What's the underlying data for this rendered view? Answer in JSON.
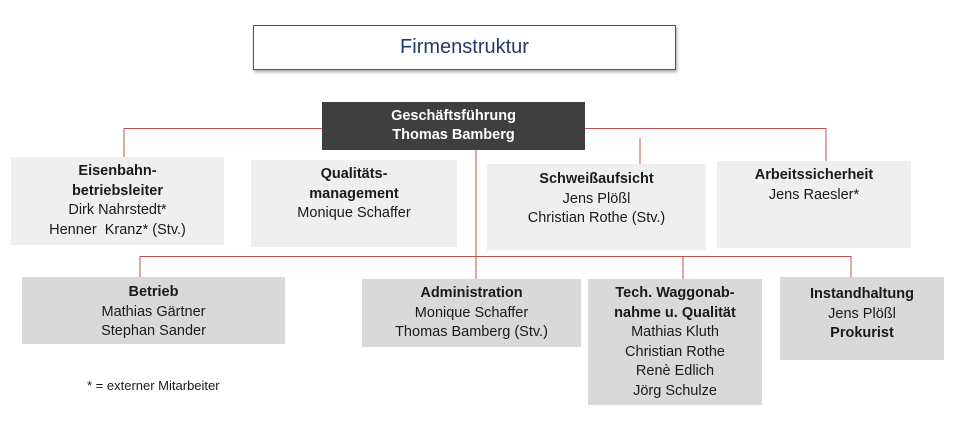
{
  "title": "Firmenstruktur",
  "ceo": {
    "role": "Geschäftsführung",
    "name": "Thomas Bamberg"
  },
  "staff": [
    {
      "lines": [
        {
          "text": "Eisenbahn-",
          "bold": true
        },
        {
          "text": "betriebsleiter",
          "bold": true
        },
        {
          "text": "Dirk Nahrstedt*"
        },
        {
          "text": "Henner  Kranz* (Stv.)"
        }
      ]
    },
    {
      "lines": [
        {
          "text": "Qualitäts-",
          "bold": true
        },
        {
          "text": "management",
          "bold": true
        },
        {
          "text": "Monique Schaffer"
        }
      ]
    },
    {
      "lines": [
        {
          "text": "Schweißaufsicht",
          "bold": true
        },
        {
          "text": "Jens Plößl"
        },
        {
          "text": "Christian Rothe (Stv.)"
        }
      ]
    },
    {
      "lines": [
        {
          "text": "Arbeitssicherheit",
          "bold": true
        },
        {
          "text": "Jens Raesler*"
        }
      ]
    }
  ],
  "departments": [
    {
      "lines": [
        {
          "text": "Betrieb",
          "bold": true
        },
        {
          "text": "Mathias Gärtner"
        },
        {
          "text": "Stephan Sander"
        }
      ]
    },
    {
      "lines": [
        {
          "text": "Administration",
          "bold": true
        },
        {
          "text": "Monique Schaffer"
        },
        {
          "text": "Thomas Bamberg (Stv.)"
        }
      ]
    },
    {
      "lines": [
        {
          "text": "Tech. Waggonab-",
          "bold": true
        },
        {
          "text": "nahme u. Qualität",
          "bold": true
        },
        {
          "text": "Mathias Kluth"
        },
        {
          "text": "Christian Rothe"
        },
        {
          "text": "Renè Edlich"
        },
        {
          "text": "Jörg Schulze"
        }
      ]
    },
    {
      "lines": [
        {
          "text": "Instandhaltung",
          "bold": true
        },
        {
          "text": "Jens Plößl"
        },
        {
          "text": "Prokurist",
          "bold": true
        }
      ]
    }
  ],
  "footnote": "* = externer Mitarbeiter",
  "colors": {
    "connector": "#c0504d",
    "ceo_fill": "#3f3f3f",
    "title_text": "#1f3a6e",
    "staff_fill": "#efefef",
    "department_fill": "#d9d9d9"
  }
}
